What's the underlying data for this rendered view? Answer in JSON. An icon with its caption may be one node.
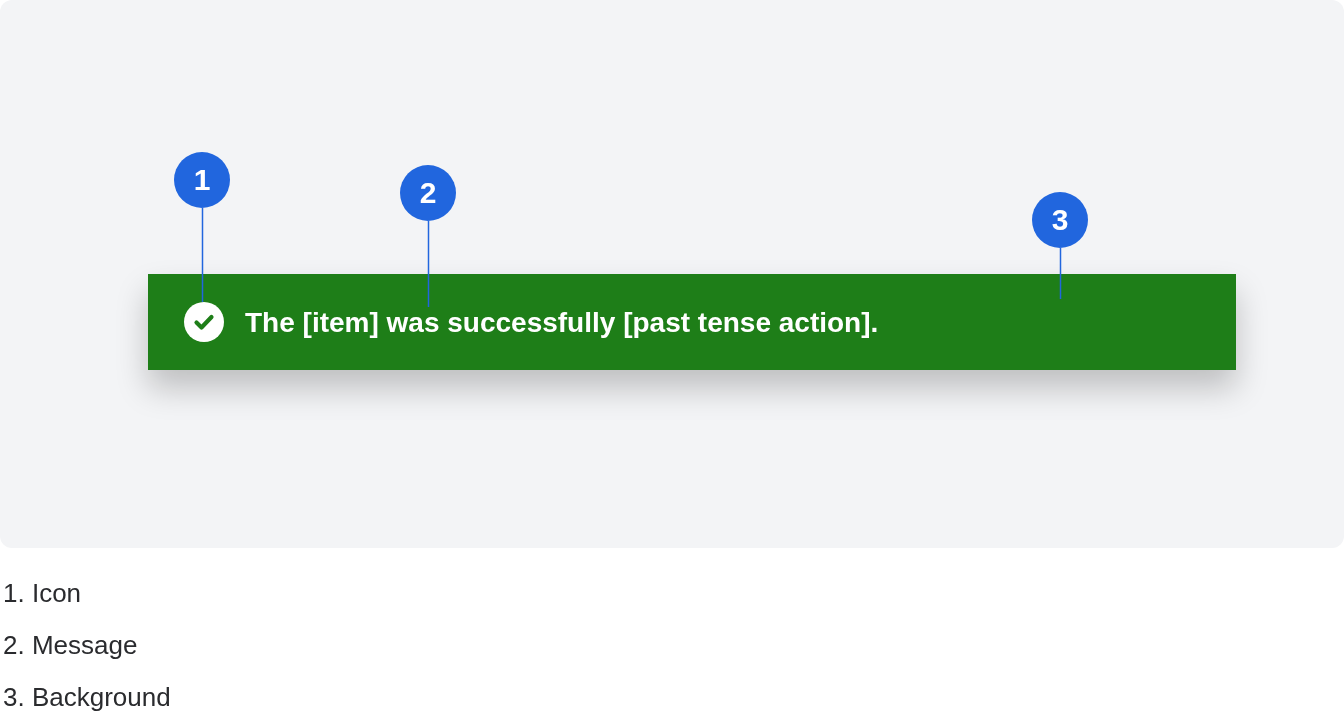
{
  "diagram": {
    "nodes": [
      {
        "text": [
          "1"
        ]
      },
      {
        "text": [
          "2"
        ]
      },
      {
        "text": [
          "3"
        ]
      },
      {
        "text": [],
        "shape": "bar"
      },
      {
        "text": [],
        "shape": "circle",
        "in": 3
      },
      {
        "text": [
          "The [item] was successfully [past tense action]."
        ],
        "in": 3
      }
    ],
    "edges": [
      {
        "from": 0,
        "to": 4,
        "arrow": "none"
      },
      {
        "from": 1,
        "to": 5,
        "arrow": "none"
      },
      {
        "from": 2,
        "to": 3,
        "arrow": "none"
      }
    ],
    "labels": [
      "1. Icon",
      "2. Message",
      "3. Background"
    ]
  }
}
